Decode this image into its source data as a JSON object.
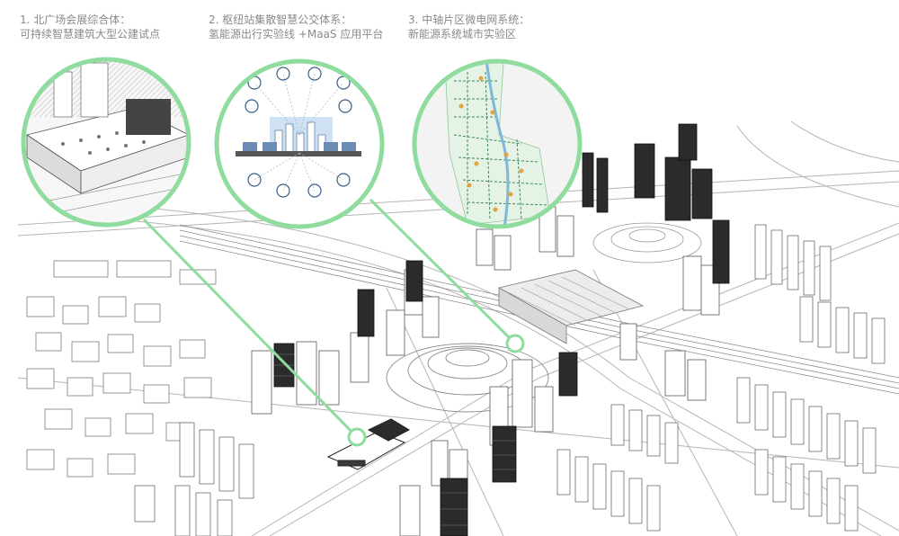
{
  "captions": [
    {
      "title": "1. 北广场会展综合体：",
      "subtitle": "可持续智慧建筑大型公建试点"
    },
    {
      "title": "2. 枢纽站集散智慧公交体系：",
      "subtitle": "氢能源出行实验线 +MaaS 应用平台"
    },
    {
      "title": "3. 中轴片区微电网系统：",
      "subtitle": "新能源系统城市实验区"
    }
  ],
  "colors": {
    "accent": "#8fdc9e",
    "building_dark": "#2b2b2b",
    "building_light": "#ffffff",
    "line": "#9a9a9a"
  },
  "icons": [
    "smart-mobility-icon",
    "ev-icon",
    "bus-icon",
    "parking-icon",
    "cloud-icon",
    "pedestrian-icon",
    "bike-icon",
    "car-sharing-icon"
  ]
}
